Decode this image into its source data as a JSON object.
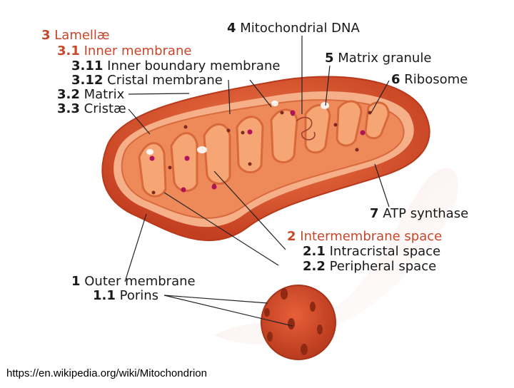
{
  "labels": {
    "lamellae": {
      "num": "3",
      "text": "Lamellæ"
    },
    "inner_membrane": {
      "num": "3.1",
      "text": "Inner membrane"
    },
    "inner_boundary": {
      "num": "3.11",
      "text": "Inner boundary membrane"
    },
    "cristal": {
      "num": "3.12",
      "text": "Cristal membrane"
    },
    "matrix": {
      "num": "3.2",
      "text": "Matrix"
    },
    "cristae": {
      "num": "3.3",
      "text": "Cristæ"
    },
    "mito_dna": {
      "num": "4",
      "text": "Mitochondrial DNA"
    },
    "matrix_granule": {
      "num": "5",
      "text": "Matrix granule"
    },
    "ribosome": {
      "num": "6",
      "text": "Ribosome"
    },
    "atp_synthase": {
      "num": "7",
      "text": "ATP synthase"
    },
    "intermembrane": {
      "num": "2",
      "text": "Intermembrane space"
    },
    "intracristal": {
      "num": "2.1",
      "text": "Intracristal space"
    },
    "peripheral": {
      "num": "2.2",
      "text": "Peripheral space"
    },
    "outer_membrane": {
      "num": "1",
      "text": "Outer membrane"
    },
    "porins": {
      "num": "1.1",
      "text": "Porins"
    }
  },
  "caption": "https://en.wikipedia.org/wiki/Mitochondrion",
  "colors": {
    "accent_red": "#c8462a",
    "outer": "#d94a28",
    "inner": "#f08a55",
    "matrix": "#f6a574"
  }
}
